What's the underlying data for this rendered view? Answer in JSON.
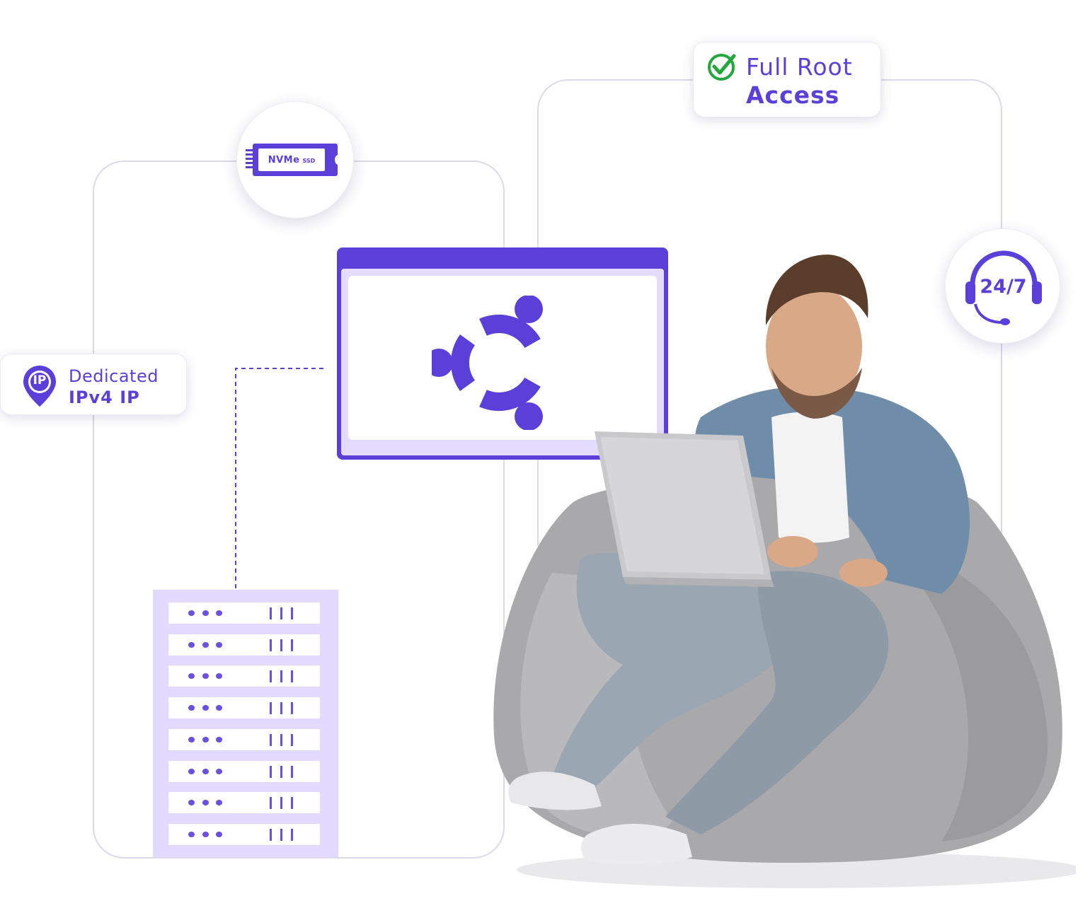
{
  "badges": {
    "full_root": {
      "line1": "Full Root",
      "line2": "Access"
    },
    "dedicated_ip": {
      "line1": "Dedicated",
      "line2": "IPv4 IP",
      "icon_text": "IP"
    },
    "nvme": {
      "main": "NVMe",
      "sub": "SSD"
    },
    "support": {
      "text": "24/7"
    }
  },
  "icons": {
    "check": "check-circle-icon",
    "ip": "ip-location-pin-icon",
    "nvme": "nvme-ssd-chip-icon",
    "support": "headset-icon",
    "os": "ubuntu-logo-icon",
    "server": "server-rack-icon"
  },
  "server_rack": {
    "units": 8
  },
  "colors": {
    "accent": "#5b3fd9",
    "accent_light": "#e2dbff",
    "check_green": "#22a83a",
    "frame_line": "#dcd9ea"
  }
}
